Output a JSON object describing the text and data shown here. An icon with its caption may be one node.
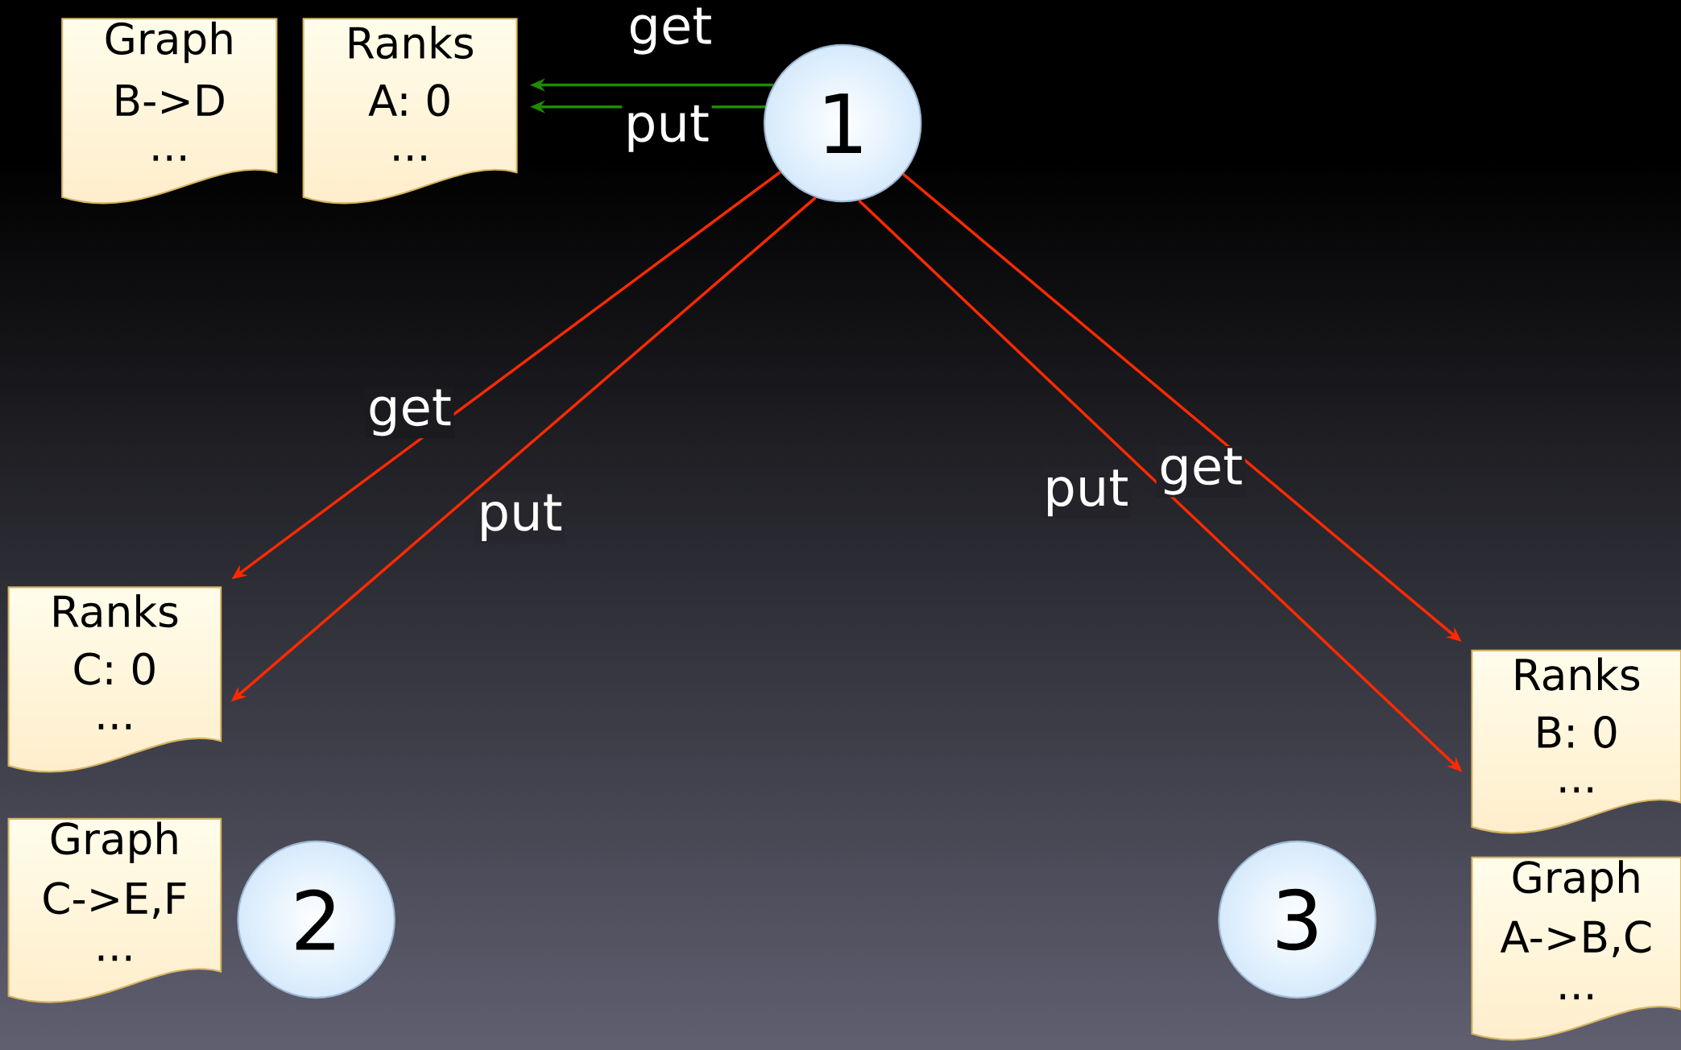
{
  "diagram": {
    "nodes": [
      {
        "text": [
          "Graph",
          "B->D",
          "..."
        ]
      },
      {
        "text": [
          "Ranks",
          "A: 0",
          "..."
        ]
      },
      {
        "text": [
          "1"
        ]
      },
      {
        "text": [
          "Ranks",
          "C: 0",
          "..."
        ]
      },
      {
        "text": [
          "Graph",
          "C->E,F",
          "..."
        ]
      },
      {
        "text": [
          "2"
        ]
      },
      {
        "text": [
          "3"
        ]
      },
      {
        "text": [
          "Ranks",
          "B: 0",
          "..."
        ]
      },
      {
        "text": [
          "Graph",
          "A->B,C",
          "..."
        ]
      }
    ],
    "edges": [
      {
        "from": 2,
        "to": 1,
        "arrow": "to",
        "label": "get",
        "color": "#1e8c00"
      },
      {
        "from": 2,
        "to": 1,
        "arrow": "to",
        "label": "put",
        "color": "#1e8c00"
      },
      {
        "from": 2,
        "to": 3,
        "arrow": "to",
        "label": "get"
      },
      {
        "from": 2,
        "to": 3,
        "arrow": "to",
        "label": "put"
      },
      {
        "from": 2,
        "to": 7,
        "arrow": "to",
        "label": "put"
      },
      {
        "from": 2,
        "to": 7,
        "arrow": "to",
        "label": "get"
      }
    ]
  }
}
